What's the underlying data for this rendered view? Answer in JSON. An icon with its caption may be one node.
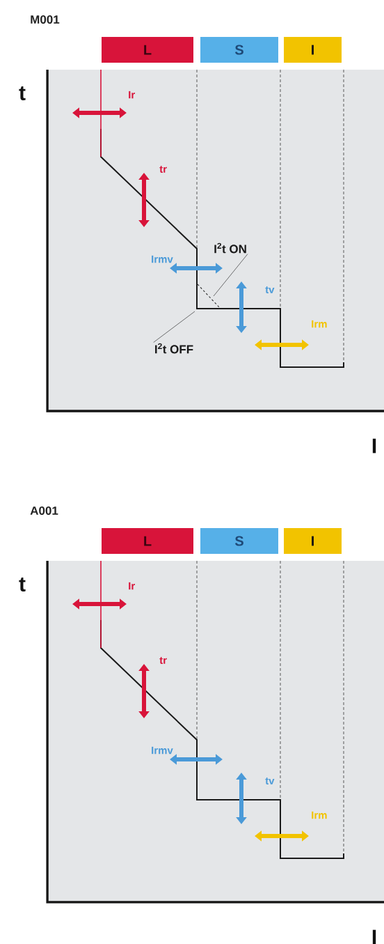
{
  "diagram": {
    "nodes": [
      {
        "text": [
          "L"
        ]
      },
      {
        "text": [
          "S"
        ]
      },
      {
        "text": [
          "I"
        ]
      },
      {
        "text": [
          "I$^{2}$t ON"
        ]
      },
      {
        "text": [
          "I$^{2}$t OFF"
        ]
      },
      {
        "text": [
          "L"
        ]
      },
      {
        "text": [
          "S"
        ]
      },
      {
        "text": [
          "I"
        ]
      }
    ],
    "edges": [
      {
        "from": 3,
        "to": null,
        "arrow": "none"
      },
      {
        "from": 4,
        "to": null,
        "arrow": "none"
      }
    ],
    "labels": [
      "M001",
      "t",
      "Ir",
      "tr",
      "Irmv",
      "tv",
      "Irm",
      "I",
      "A001",
      "t",
      "Ir",
      "tr",
      "Irmv",
      "tv",
      "Irm",
      "I"
    ]
  }
}
